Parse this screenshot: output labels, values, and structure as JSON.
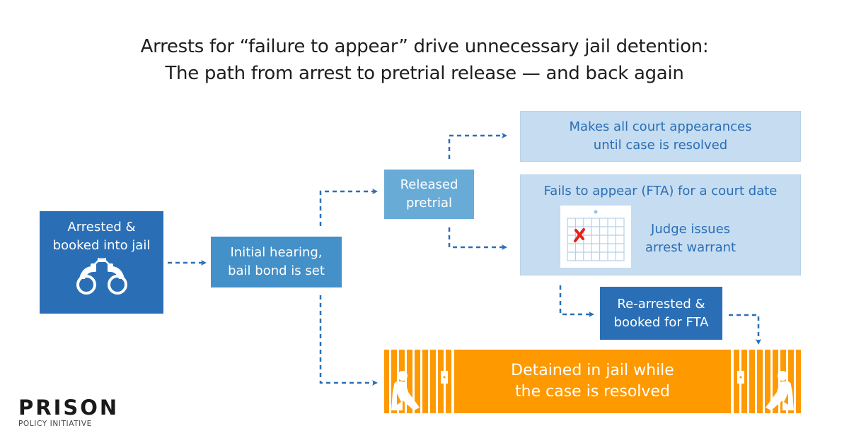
{
  "title": {
    "line1": "Arrests for “failure to appear” drive unnecessary jail detention:",
    "line2": "The path from arrest to pretrial release — and back again"
  },
  "nodes": {
    "arrested": {
      "line1": "Arrested &",
      "line2": "booked into jail",
      "icon": "handcuffs-icon"
    },
    "hearing": {
      "line1": "Initial hearing,",
      "line2": "bail bond is set"
    },
    "released": {
      "line1": "Released",
      "line2": "pretrial"
    },
    "makes_all": {
      "line1": "Makes all court appearances",
      "line2": "until case is resolved"
    },
    "fails": {
      "heading": "Fails to appear (FTA) for a court date",
      "sub1": "Judge issues",
      "sub2": "arrest warrant",
      "icon": "calendar-missed-icon"
    },
    "rearrested": {
      "line1": "Re-arrested &",
      "line2": "booked for FTA"
    },
    "detained": {
      "line1": "Detained in jail while",
      "line2": "the case is resolved",
      "icon": "jail-cell-icon"
    }
  },
  "colors": {
    "dark_blue": "#2a6fb6",
    "mid_blue": "#4490c8",
    "light_blue": "#69abd7",
    "pale_blue": "#c6dcf0",
    "orange": "#ff9900",
    "miss_red": "#e8201a"
  },
  "logo": {
    "main": "PRISON",
    "sub": "POLICY INITIATIVE"
  }
}
